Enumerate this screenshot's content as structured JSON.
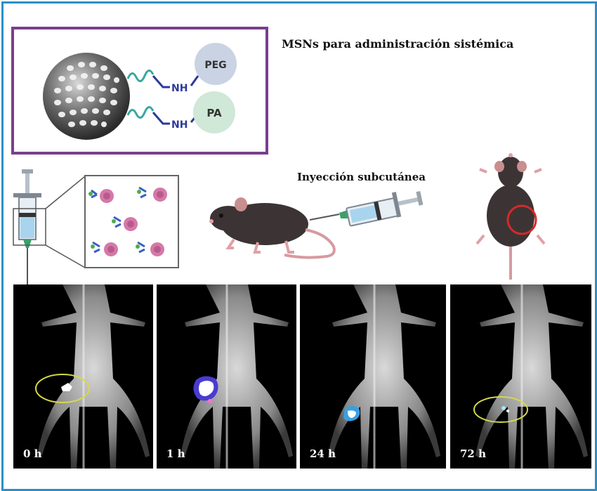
{
  "top_label": "MSNs para administración sistémica",
  "injection_label": "Inyección subcutánea",
  "nanoparticle": {
    "linker_labels": [
      "NH",
      "NH"
    ],
    "groups": [
      {
        "label": "PEG",
        "color": "#c9d3e3"
      },
      {
        "label": "PA",
        "color": "#cfe8d7"
      }
    ]
  },
  "panels": [
    {
      "time": "0 h",
      "signal": "small"
    },
    {
      "time": "1 h",
      "signal": "large"
    },
    {
      "time": "24 h",
      "signal": "medium"
    },
    {
      "time": "72 h",
      "signal": "faint"
    }
  ],
  "colors": {
    "frame": "#2b8fc7",
    "np_box": "#7a3e8e",
    "roi_circle": "#d6d84a",
    "target_ring": "#d42a2a"
  }
}
